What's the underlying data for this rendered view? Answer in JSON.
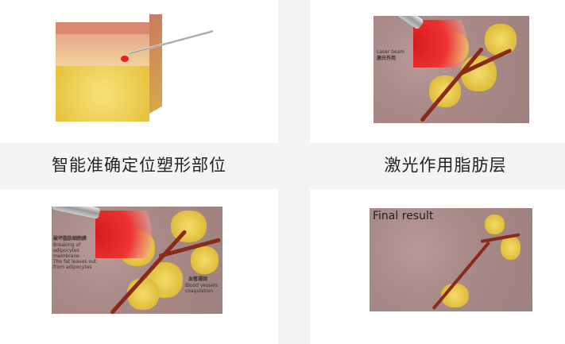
{
  "panels": [
    {
      "caption": "智能准确定位塑形部位"
    },
    {
      "caption": "激光作用脂肪层",
      "labels": [
        "Laser beam",
        "激光作用"
      ]
    },
    {
      "caption": "",
      "labels": [
        "破坏脂肪细胞膜",
        "Breaking of adipocytes membrane",
        "The fat leaves out from adipocytes",
        "血管凝固",
        "Blood vessels coagulation"
      ]
    },
    {
      "caption": "",
      "title": "Final result"
    }
  ]
}
